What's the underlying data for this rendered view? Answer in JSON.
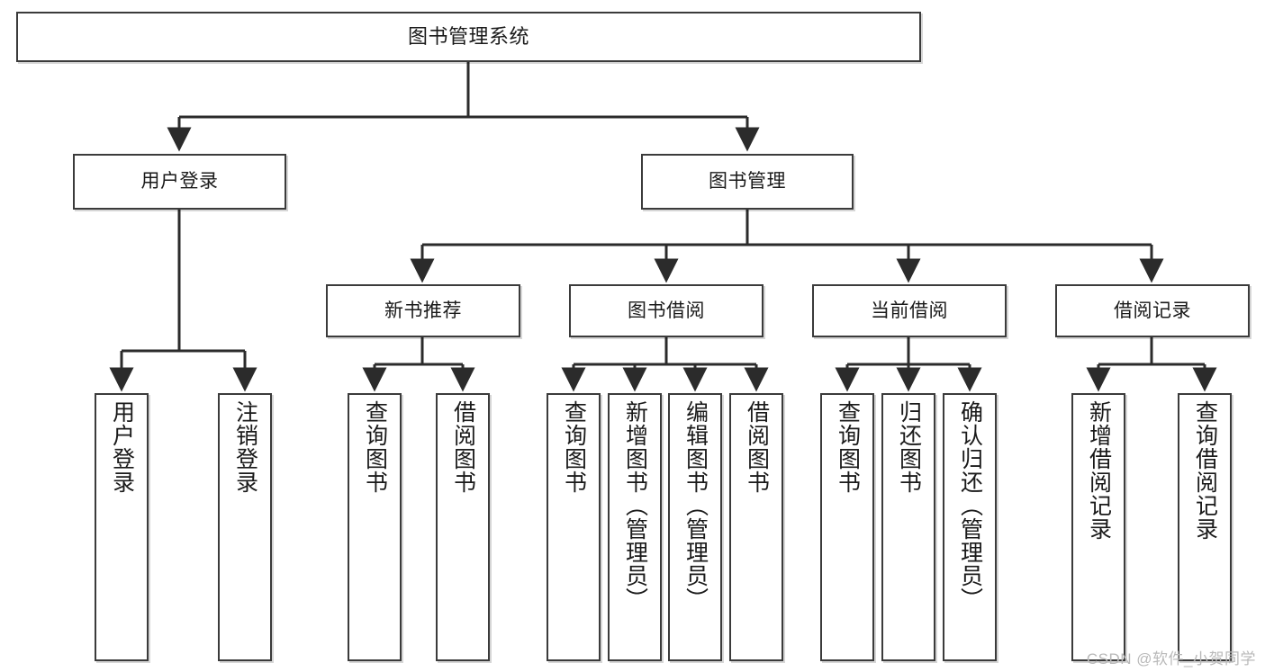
{
  "diagram": {
    "title": "图书管理系统",
    "type": "tree-hierarchy",
    "colors": {
      "box_border": "#3b3b3b",
      "box_fill": "#ffffff",
      "connector": "#2b2b2b",
      "text": "#1a1a1a",
      "watermark": "#b9b9b9"
    },
    "nodes": {
      "root": {
        "label": "图书管理系统"
      },
      "level2": [
        {
          "label": "用户登录"
        },
        {
          "label": "图书管理"
        }
      ],
      "level3": [
        {
          "label": "新书推荐"
        },
        {
          "label": "图书借阅"
        },
        {
          "label": "当前借阅"
        },
        {
          "label": "借阅记录"
        }
      ],
      "leaves_user_login": [
        {
          "label": "用户登录"
        },
        {
          "label": "注销登录"
        }
      ],
      "leaves_new_book": [
        {
          "label": "查询图书"
        },
        {
          "label": "借阅图书"
        }
      ],
      "leaves_borrow": [
        {
          "label": "查询图书"
        },
        {
          "label": "新增图书（管理员）"
        },
        {
          "label": "编辑图书（管理员）"
        },
        {
          "label": "借阅图书"
        }
      ],
      "leaves_current": [
        {
          "label": "查询图书"
        },
        {
          "label": "归还图书"
        },
        {
          "label": "确认归还（管理员）"
        }
      ],
      "leaves_records": [
        {
          "label": "新增借阅记录"
        },
        {
          "label": "查询借阅记录"
        }
      ]
    },
    "watermark": "CSDN @软件_小贺同学"
  }
}
